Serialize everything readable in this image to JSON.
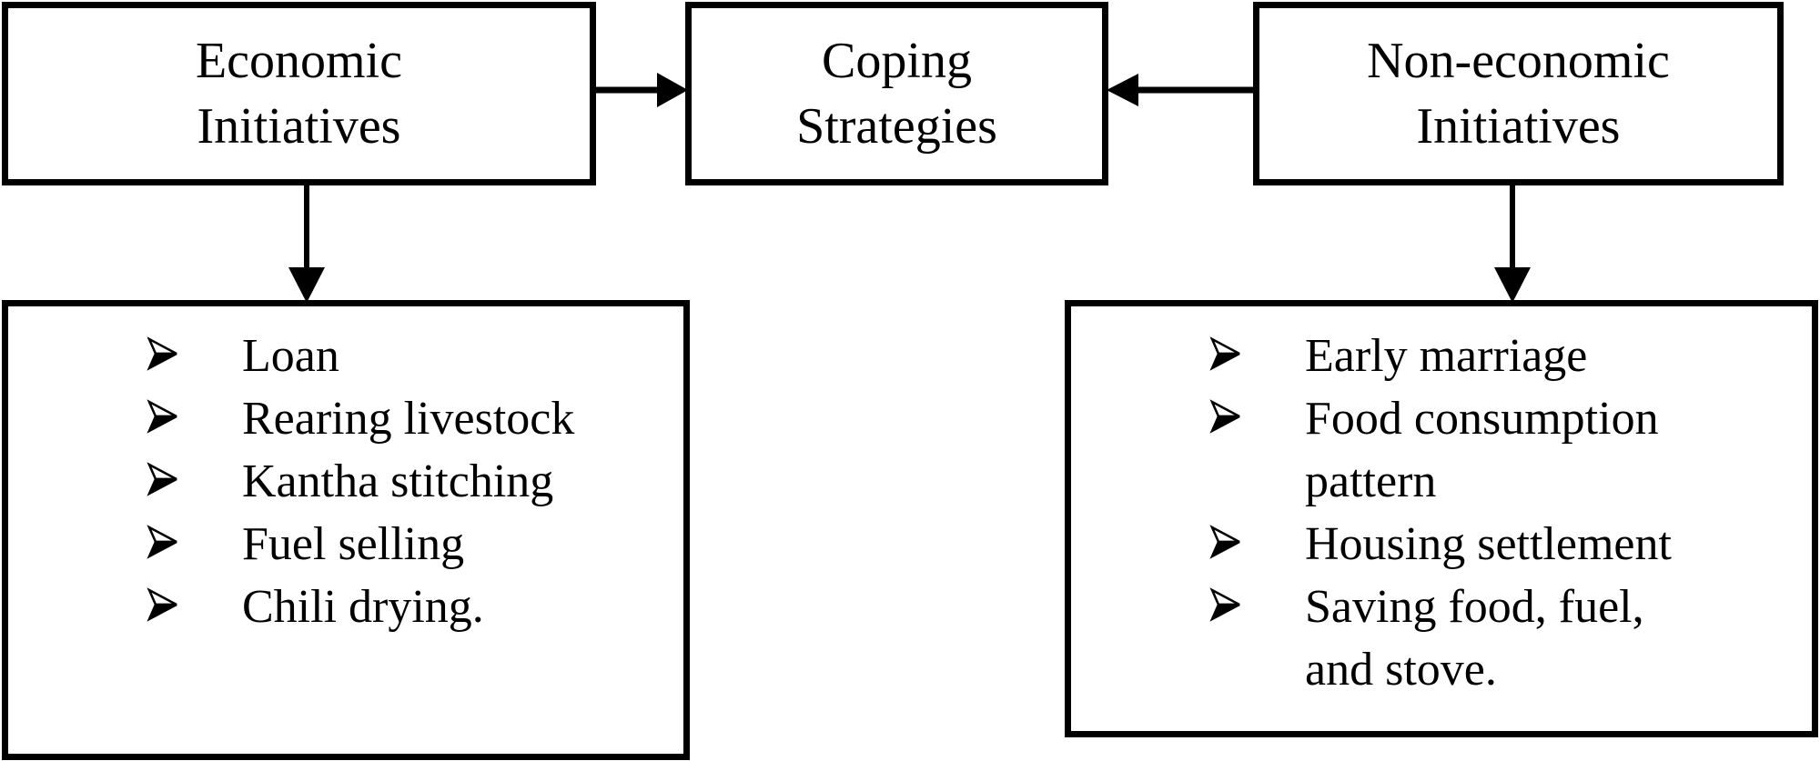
{
  "colors": {
    "ink": "#000000",
    "background": "#ffffff"
  },
  "nodes": {
    "economic": {
      "lines": [
        "Economic",
        "Initiatives"
      ]
    },
    "coping": {
      "lines": [
        "Coping",
        "Strategies"
      ]
    },
    "non_economic": {
      "lines": [
        "Non-economic",
        "Initiatives"
      ]
    }
  },
  "lists": {
    "economic": {
      "items": [
        [
          "Loan"
        ],
        [
          "Rearing livestock"
        ],
        [
          "Kantha stitching"
        ],
        [
          "Fuel selling"
        ],
        [
          "Chili drying."
        ]
      ]
    },
    "non_economic": {
      "items": [
        [
          "Early marriage"
        ],
        [
          "Food consumption",
          "pattern"
        ],
        [
          "Housing settlement"
        ],
        [
          "Saving food, fuel,",
          "and stove."
        ]
      ]
    }
  },
  "connections": [
    {
      "from": "Economic Initiatives",
      "to": "Coping Strategies"
    },
    {
      "from": "Non-economic Initiatives",
      "to": "Coping Strategies"
    },
    {
      "from": "Economic Initiatives",
      "to": "Economic items list"
    },
    {
      "from": "Non-economic Initiatives",
      "to": "Non-economic items list"
    }
  ],
  "icons": {
    "bullet": "arrowhead-bullet"
  }
}
